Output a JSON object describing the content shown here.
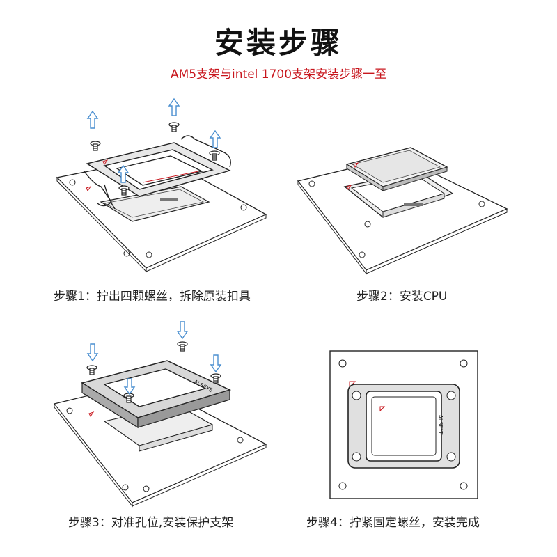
{
  "page": {
    "title": "安装步骤",
    "subtitle": "AM5支架与intel 1700支架安装步骤一至"
  },
  "steps": [
    {
      "caption": "步骤1：拧出四颗螺丝，拆除原装扣具"
    },
    {
      "caption": "步骤2：安装CPU"
    },
    {
      "caption": "步骤3：对准孔位,安装保护支架"
    },
    {
      "caption": "步骤4：拧紧固定螺丝，安装完成"
    }
  ],
  "bracket_text": "ALSEYE",
  "colors": {
    "accent_red": "#c8161d",
    "arrow_blue": "#4a8fd0",
    "line": "#222222"
  }
}
